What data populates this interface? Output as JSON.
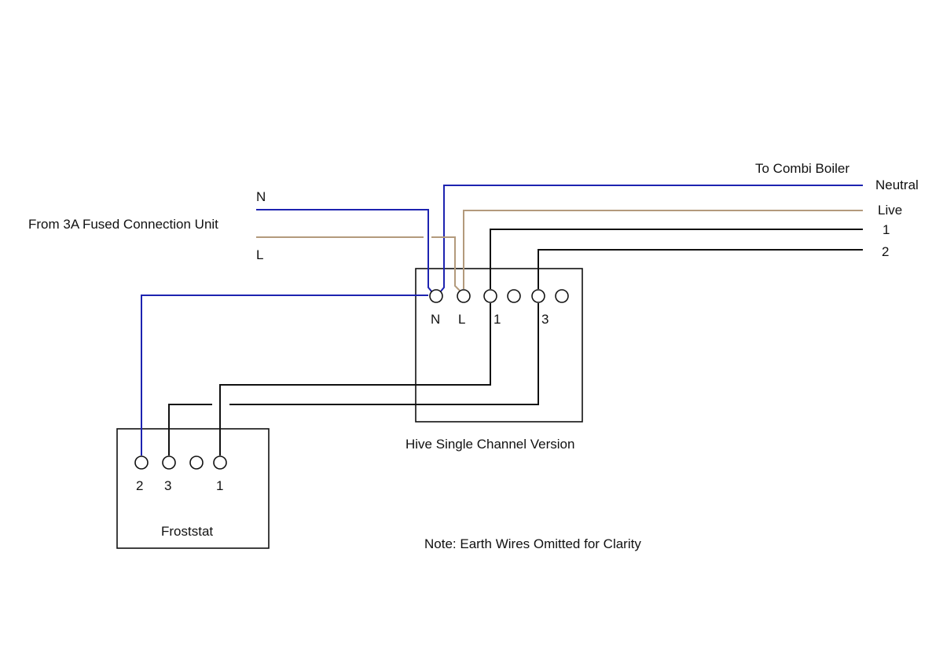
{
  "labels": {
    "supply_n": "N",
    "supply_l": "L",
    "supply_source": "From 3A Fused Connection Unit",
    "boiler_title": "To Combi Boiler",
    "boiler_neutral": "Neutral",
    "boiler_live": "Live",
    "boiler_1": "1",
    "boiler_2": "2",
    "hive_caption": "Hive Single Channel Version",
    "froststat_caption": "Froststat",
    "note": "Note: Earth Wires Omitted for Clarity"
  },
  "hive": {
    "terminals": [
      "N",
      "L",
      "1",
      "",
      "3",
      ""
    ]
  },
  "froststat": {
    "terminals": [
      "2",
      "3",
      "",
      "1"
    ]
  },
  "colors": {
    "neutral": "#1d23b0",
    "live": "#b39a7c",
    "switched": "#111111"
  }
}
